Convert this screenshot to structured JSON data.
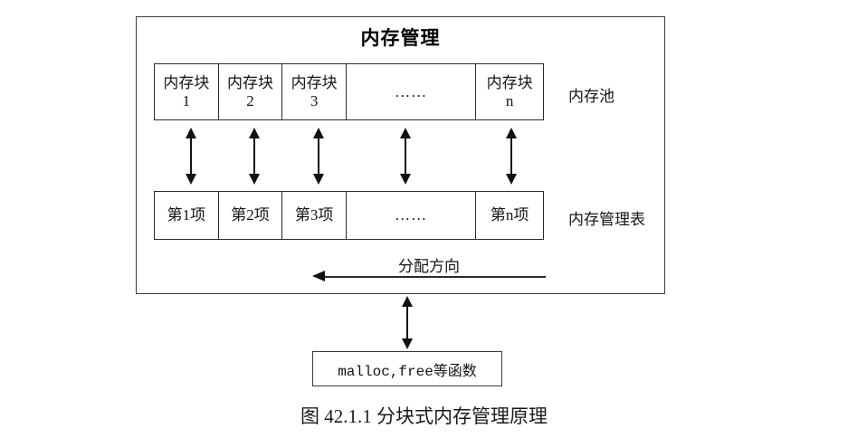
{
  "figure": {
    "title": "内存管理",
    "caption": "图 42.1.1  分块式内存管理原理"
  },
  "memory_pool": {
    "label": "内存池",
    "cells": [
      {
        "line1": "内存块",
        "line2": "1"
      },
      {
        "line1": "内存块",
        "line2": "2"
      },
      {
        "line1": "内存块",
        "line2": "3"
      },
      {
        "line1": "……",
        "line2": ""
      },
      {
        "line1": "内存块",
        "line2": "n"
      }
    ]
  },
  "memory_table": {
    "label": "内存管理表",
    "cells": [
      {
        "text": "第1项"
      },
      {
        "text": "第2项"
      },
      {
        "text": "第3项"
      },
      {
        "text": "……"
      },
      {
        "text": "第n项"
      }
    ]
  },
  "allocation": {
    "label": "分配方向",
    "direction": "left"
  },
  "api_box": {
    "text": "malloc,free等函数"
  },
  "colors": {
    "box_border": "#3a3a3a",
    "cell_border": "#2b2b2b",
    "arrow": "#111111",
    "text": "#151515"
  }
}
